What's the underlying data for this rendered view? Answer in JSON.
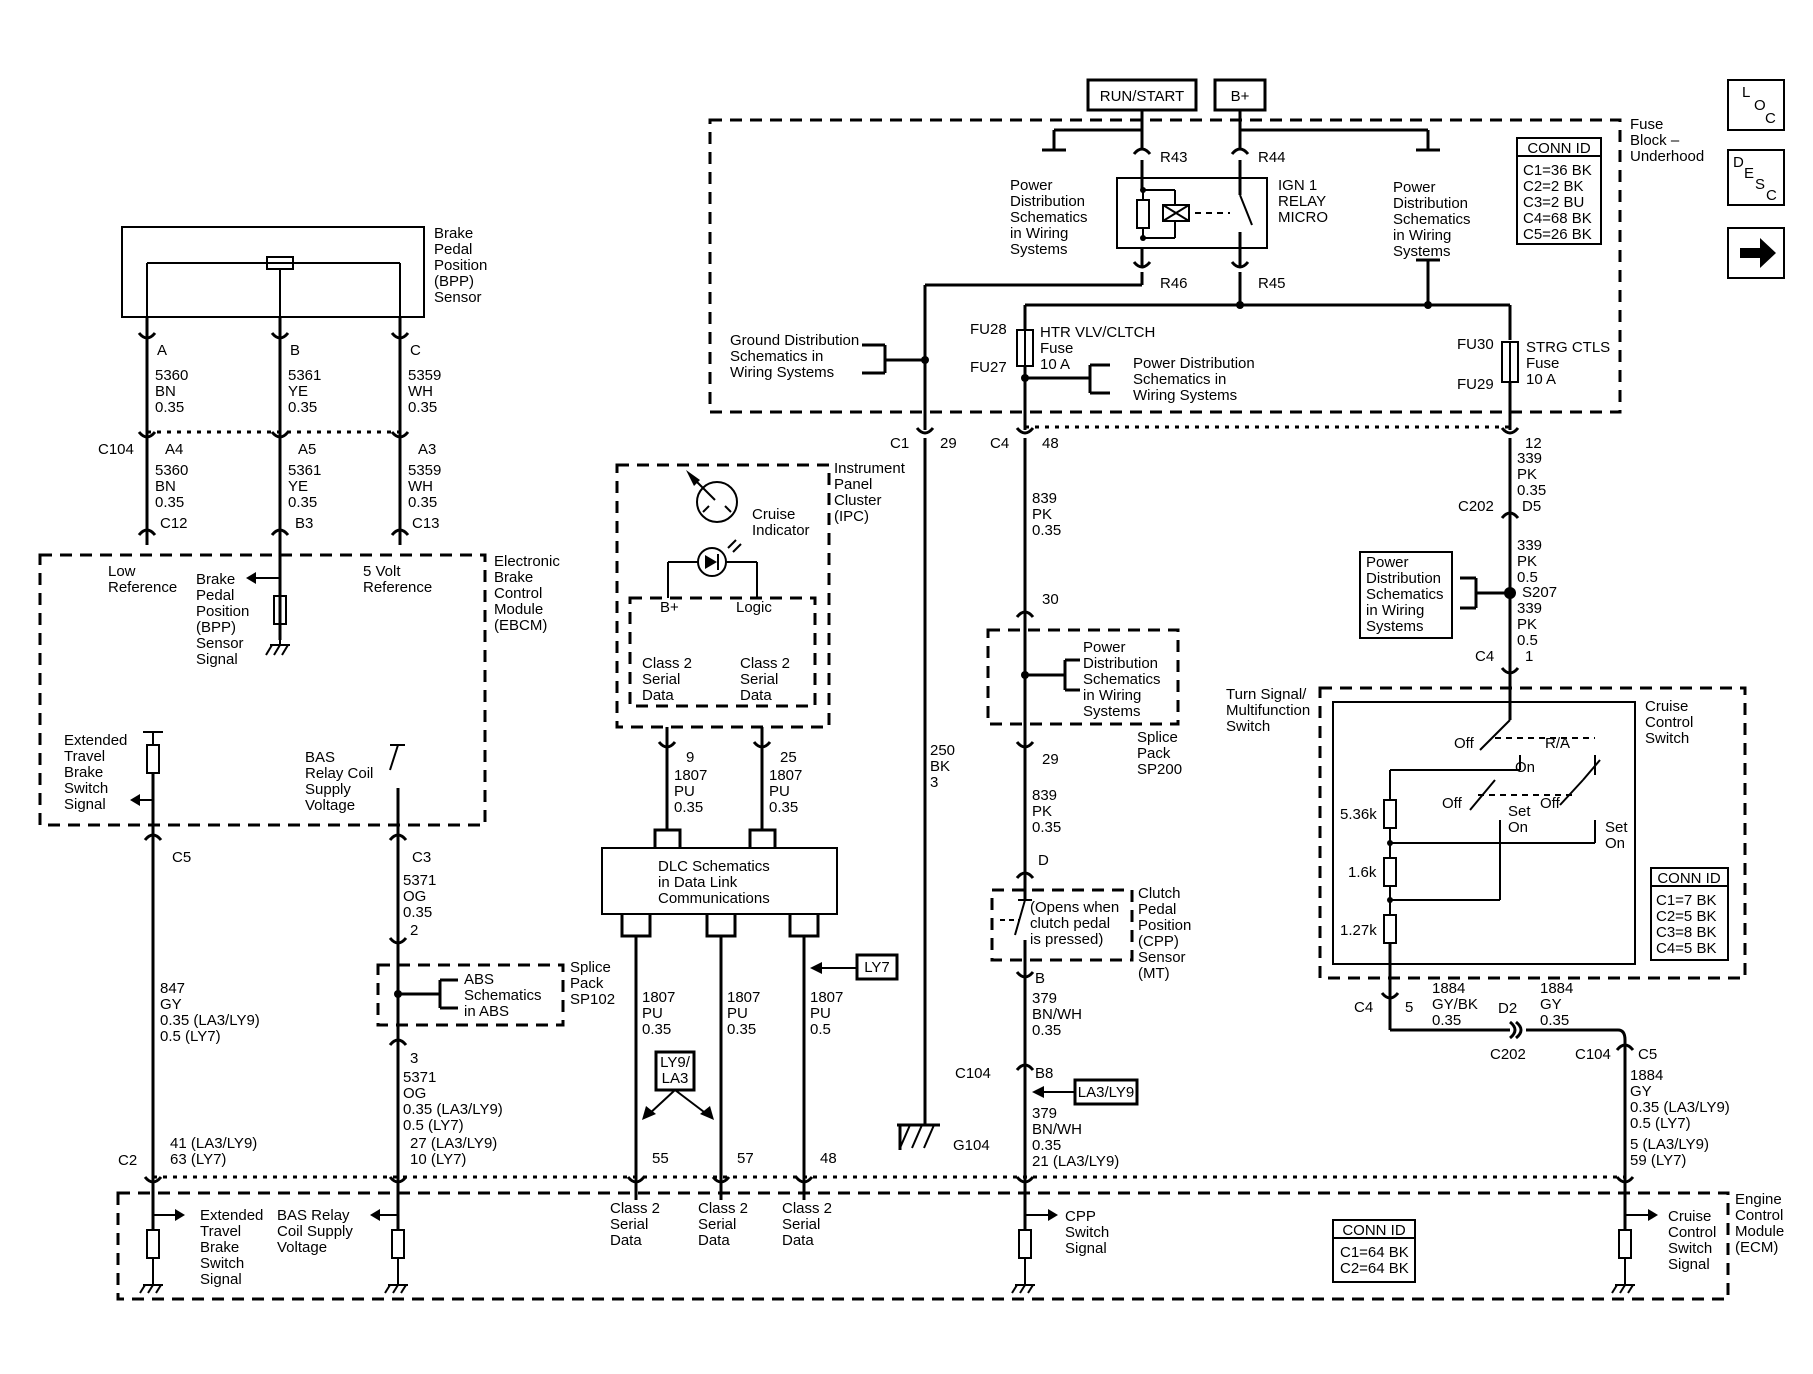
{
  "labels": {
    "run_start": "RUN/START",
    "bplus_top": "B+",
    "fuse_block": [
      "Fuse",
      "Block –",
      "Underhood"
    ],
    "conn_id_fuse": [
      "CONN ID",
      "C1=36 BK",
      "C2=2 BK",
      "C3=2 BU",
      "C4=68 BK",
      "C5=26 BK"
    ],
    "r43": "R43",
    "r44": "R44",
    "r45": "R45",
    "r46": "R46",
    "ign_relay": [
      "IGN 1",
      "RELAY",
      "MICRO"
    ],
    "pds_left": [
      "Power",
      "Distribution",
      "Schematics",
      "in Wiring",
      "Systems"
    ],
    "pds_right": [
      "Power",
      "Distribution",
      "Schematics",
      "in Wiring",
      "Systems"
    ],
    "gds": [
      "Ground Distribution",
      "Schematics in",
      "Wiring Systems"
    ],
    "fu28": "FU28",
    "fu27": "FU27",
    "fu30": "FU30",
    "fu29": "FU29",
    "htr_fuse": [
      "HTR VLV/CLTCH",
      "Fuse",
      "10 A"
    ],
    "strg_fuse": [
      "STRG CTLS",
      "Fuse",
      "10 A"
    ],
    "pds_mid": [
      "Power Distribution",
      "Schematics in",
      "Wiring Systems"
    ],
    "bpp_sensor": [
      "Brake",
      "Pedal",
      "Position",
      "(BPP)",
      "Sensor"
    ],
    "pin_a": "A",
    "pin_b": "B",
    "pin_c": "C",
    "w5360_top": [
      "5360",
      "BN",
      "0.35"
    ],
    "w5361_top": [
      "5361",
      "YE",
      "0.35"
    ],
    "w5359_top": [
      "5359",
      "WH",
      "0.35"
    ],
    "c104_left": "C104",
    "a4": "A4",
    "a5": "A5",
    "a3": "A3",
    "w5360_bot": [
      "5360",
      "BN",
      "0.35"
    ],
    "w5361_bot": [
      "5361",
      "YE",
      "0.35"
    ],
    "w5359_bot": [
      "5359",
      "WH",
      "0.35"
    ],
    "c12": "C12",
    "b3": "B3",
    "c13": "C13",
    "ebcm_low_ref": [
      "Low",
      "Reference"
    ],
    "ebcm_bpp_signal": [
      "Brake",
      "Pedal",
      "Position",
      "(BPP)",
      "Sensor",
      "Signal"
    ],
    "ebcm_5v_ref": [
      "5 Volt",
      "Reference"
    ],
    "ebcm_name": [
      "Electronic",
      "Brake",
      "Control",
      "Module",
      "(EBCM)"
    ],
    "ebcm_ext_travel": [
      "Extended",
      "Travel",
      "Brake",
      "Switch",
      "Signal"
    ],
    "ebcm_bas_relay": [
      "BAS",
      "Relay Coil",
      "Supply",
      "Voltage"
    ],
    "c5_left": "C5",
    "c3_left": "C3",
    "w5371_top": [
      "5371",
      "OG",
      "0.35"
    ],
    "pin_2": "2",
    "abs_schem": [
      "ABS",
      "Schematics",
      "in ABS"
    ],
    "splice_sp102": [
      "Splice",
      "Pack",
      "SP102"
    ],
    "pin_3": "3",
    "w5371_bot": [
      "5371",
      "OG",
      "0.35 (LA3/LY9)",
      "0.5 (LY7)"
    ],
    "w847": [
      "847",
      "GY",
      "0.35 (LA3/LY9)",
      "0.5 (LY7)"
    ],
    "c2_pins_left": [
      "41 (LA3/LY9)",
      "63 (LY7)"
    ],
    "c2_pins_bas": [
      "27 (LA3/LY9)",
      "10 (LY7)"
    ],
    "c2": "C2",
    "ipc_name": [
      "Instrument",
      "Panel",
      "Cluster",
      "(IPC)"
    ],
    "cruise_indicator": [
      "Cruise",
      "Indicator"
    ],
    "ipc_bplus": "B+",
    "ipc_logic": "Logic",
    "class2_1": [
      "Class 2",
      "Serial",
      "Data"
    ],
    "class2_2": [
      "Class 2",
      "Serial",
      "Data"
    ],
    "pin_9": "9",
    "pin_25": "25",
    "w1807_a": [
      "1807",
      "PU",
      "0.35"
    ],
    "w1807_b": [
      "1807",
      "PU",
      "0.35"
    ],
    "dlc": [
      "DLC Schematics",
      "in Data Link",
      "Communications"
    ],
    "ly7_tag": "LY7",
    "ly9_la3": [
      "LY9/",
      "LA3"
    ],
    "w1807_c": [
      "1807",
      "PU",
      "0.35"
    ],
    "w1807_d": [
      "1807",
      "PU",
      "0.35"
    ],
    "w1807_e": [
      "1807",
      "PU",
      "0.5"
    ],
    "pin_55": "55",
    "pin_57": "57",
    "pin_48b": "48",
    "ecm_class2_a": [
      "Class 2",
      "Serial",
      "Data"
    ],
    "ecm_class2_b": [
      "Class 2",
      "Serial",
      "Data"
    ],
    "ecm_class2_c": [
      "Class 2",
      "Serial",
      "Data"
    ],
    "c1": "C1",
    "pin_29": "29",
    "w250": [
      "250",
      "BK",
      "3"
    ],
    "g104": "G104",
    "c4_top": "C4",
    "pin_48": "48",
    "w839_top": [
      "839",
      "PK",
      "0.35"
    ],
    "pin_30": "30",
    "pds_sp200": [
      "Power",
      "Distribution",
      "Schematics",
      "in Wiring",
      "Systems"
    ],
    "splice_sp200": [
      "Splice",
      "Pack",
      "SP200"
    ],
    "pin_29b": "29",
    "w839_bot": [
      "839",
      "PK",
      "0.35"
    ],
    "pin_d": "D",
    "cpp_note": [
      "(Opens when",
      "clutch pedal",
      "is pressed)"
    ],
    "cpp_sensor": [
      "Clutch",
      "Pedal",
      "Position",
      "(CPP)",
      "Sensor",
      "(MT)"
    ],
    "pin_b2": "B",
    "w379_top": [
      "379",
      "BN/WH",
      "0.35"
    ],
    "c104_mid": "C104",
    "b8": "B8",
    "la3_ly9_tag": "LA3/LY9",
    "w379_bot": [
      "379",
      "BN/WH",
      "0.35"
    ],
    "pin_21": "21 (LA3/LY9)",
    "ecm_cpp": [
      "CPP",
      "Switch",
      "Signal"
    ],
    "pin_12": "12",
    "w339_a": [
      "339",
      "PK",
      "0.35"
    ],
    "c202_top": "C202",
    "d5": "D5",
    "w339_b": [
      "339",
      "PK",
      "0.5"
    ],
    "s207": "S207",
    "w339_c": [
      "339",
      "PK",
      "0.5"
    ],
    "pds_s207": [
      "Power",
      "Distribution",
      "Schematics",
      "in Wiring",
      "Systems"
    ],
    "c4_right": "C4",
    "pin_1": "1",
    "turn_signal": [
      "Turn Signal/",
      "Multifunction",
      "Switch"
    ],
    "cruise_ctl_sw": [
      "Cruise",
      "Control",
      "Switch"
    ],
    "sw_off1": "Off",
    "sw_ra": "R/A",
    "sw_on": "On",
    "sw_off2": "Off",
    "sw_off3": "Off",
    "sw_set_on1": [
      "Set",
      "On"
    ],
    "sw_set_on2": [
      "Set",
      "On"
    ],
    "r536": "5.36k",
    "r16": "1.6k",
    "r127": "1.27k",
    "conn_id_ts": [
      "CONN ID",
      "C1=7 BK",
      "C2=5 BK",
      "C3=8 BK",
      "C4=5 BK"
    ],
    "c4_bot": "C4",
    "pin_5": "5",
    "w1884_a": [
      "1884",
      "GY/BK",
      "0.35"
    ],
    "d2": "D2",
    "c202_bot": "C202",
    "w1884_b": [
      "1884",
      "GY",
      "0.35"
    ],
    "c104_right": "C104",
    "c5_right": "C5",
    "w1884_c": [
      "1884",
      "GY",
      "0.35 (LA3/LY9)",
      "0.5 (LY7)"
    ],
    "pins_right": [
      "5 (LA3/LY9)",
      "59 (LY7)"
    ],
    "ecm_cruise": [
      "Cruise",
      "Control",
      "Switch",
      "Signal"
    ],
    "ecm_name": [
      "Engine",
      "Control",
      "Module",
      "(ECM)"
    ],
    "ecm_ext_travel": [
      "Extended",
      "Travel",
      "Brake",
      "Switch",
      "Signal"
    ],
    "ecm_bas": [
      "BAS Relay",
      "Coil Supply",
      "Voltage"
    ],
    "conn_id_ecm": [
      "CONN ID",
      "C1=64 BK",
      "C2=64 BK"
    ]
  },
  "nav": {
    "loc": [
      "L",
      "O",
      "C"
    ],
    "desc": [
      "D",
      "E",
      "S",
      "C"
    ]
  }
}
